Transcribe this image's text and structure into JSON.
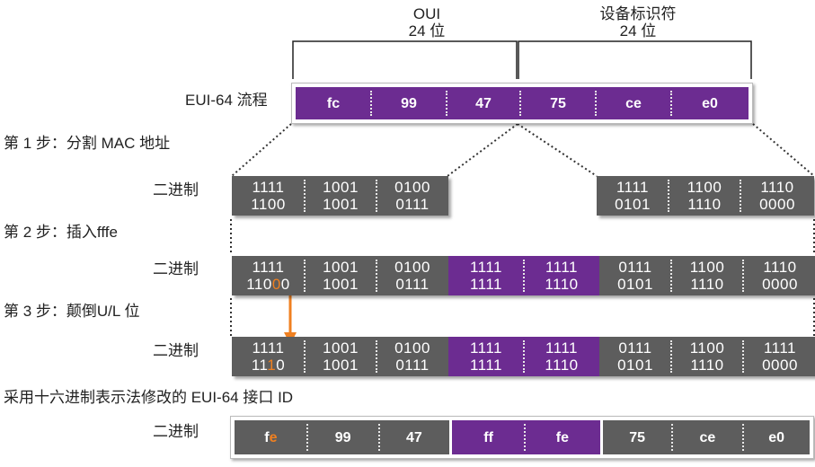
{
  "header": {
    "oui_title": "OUI",
    "oui_bits": "24 位",
    "dev_title": "设备标识符",
    "dev_bits": "24 位"
  },
  "eui": {
    "label": "EUI-64 流程",
    "octets": [
      "fc",
      "99",
      "47",
      "75",
      "ce",
      "e0"
    ]
  },
  "steps": {
    "step1": "第 1 步：分割 MAC 地址",
    "step2": "第 2 步：插入fffe",
    "step3": "第 3 步：颠倒U/L 位",
    "final": "采用十六进制表示法修改的 EUI-64 接口 ID"
  },
  "binary_label": "二进制",
  "row1": {
    "left": [
      [
        "1111",
        "1100"
      ],
      [
        "1001",
        "1001"
      ],
      [
        "0100",
        "0111"
      ]
    ],
    "right": [
      [
        "1111",
        "0101"
      ],
      [
        "1100",
        "1110"
      ],
      [
        "1110",
        "0000"
      ]
    ]
  },
  "row2": {
    "cells": [
      {
        "top": "1111",
        "bot_a": "110",
        "bot_hl": "0",
        "bot_b": "0",
        "color": "gray"
      },
      {
        "top": "1001",
        "bot": "1001",
        "color": "gray"
      },
      {
        "top": "0100",
        "bot": "0111",
        "color": "gray"
      },
      {
        "top": "1111",
        "bot": "1111",
        "color": "purple"
      },
      {
        "top": "1111",
        "bot": "1110",
        "color": "purple"
      },
      {
        "top": "0111",
        "bot": "0101",
        "color": "gray"
      },
      {
        "top": "1100",
        "bot": "1110",
        "color": "gray"
      },
      {
        "top": "1110",
        "bot": "0000",
        "color": "gray"
      }
    ]
  },
  "row3": {
    "cells": [
      {
        "top": "1111",
        "bot_a": "11",
        "bot_hl": "1",
        "bot_b": "0",
        "color": "gray"
      },
      {
        "top": "1001",
        "bot": "1001",
        "color": "gray"
      },
      {
        "top": "0100",
        "bot": "0111",
        "color": "gray"
      },
      {
        "top": "1111",
        "bot": "1111",
        "color": "purple"
      },
      {
        "top": "1111",
        "bot": "1110",
        "color": "purple"
      },
      {
        "top": "0111",
        "bot": "0101",
        "color": "gray"
      },
      {
        "top": "1100",
        "bot": "1110",
        "color": "gray"
      },
      {
        "top": "1111",
        "bot": "0000",
        "color": "gray"
      }
    ]
  },
  "final_hex": {
    "first_a": "f",
    "first_hl": "e",
    "cells": [
      "99",
      "47",
      "ff",
      "fe",
      "75",
      "ce",
      "e0"
    ]
  },
  "colors": {
    "gray": "#5d5d5d",
    "purple": "#6c2c91",
    "accent": "#f08020"
  }
}
